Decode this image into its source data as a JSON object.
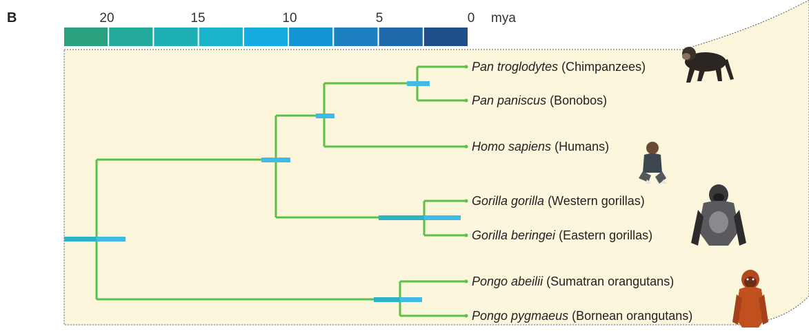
{
  "panel_label": "B",
  "timescale": {
    "unit": "mya",
    "ticks": [
      "20",
      "15",
      "10",
      "5",
      "0"
    ],
    "colors": [
      "#2aa27f",
      "#24aa9b",
      "#1fb0b6",
      "#1bb3cc",
      "#16ace0",
      "#1496d4",
      "#1b7fc0",
      "#1f68a9",
      "#1f4f8b"
    ]
  },
  "taxa": [
    {
      "scientific": "Pan troglodytes",
      "common": "(Chimpanzees)",
      "icon": "chimpanzee-icon"
    },
    {
      "scientific": "Pan paniscus",
      "common": "(Bonobos)",
      "icon": ""
    },
    {
      "scientific": "Homo sapiens",
      "common": "(Humans)",
      "icon": "human-icon"
    },
    {
      "scientific": "Gorilla gorilla",
      "common": "(Western gorillas)",
      "icon": "gorilla-icon"
    },
    {
      "scientific": "Gorilla beringei",
      "common": "(Eastern gorillas)",
      "icon": ""
    },
    {
      "scientific": "Pongo abeilii",
      "common": "(Sumatran orangutans)",
      "icon": "orangutan-icon"
    },
    {
      "scientific": "Pongo pygmaeus",
      "common": "(Bornean orangutans)",
      "icon": ""
    }
  ],
  "colors": {
    "panel_bg": "#fbf6dc",
    "branch": "#5cbf47",
    "ci_bar": "#3fbbe6",
    "ci_bar_inner": "#2db3c6"
  }
}
